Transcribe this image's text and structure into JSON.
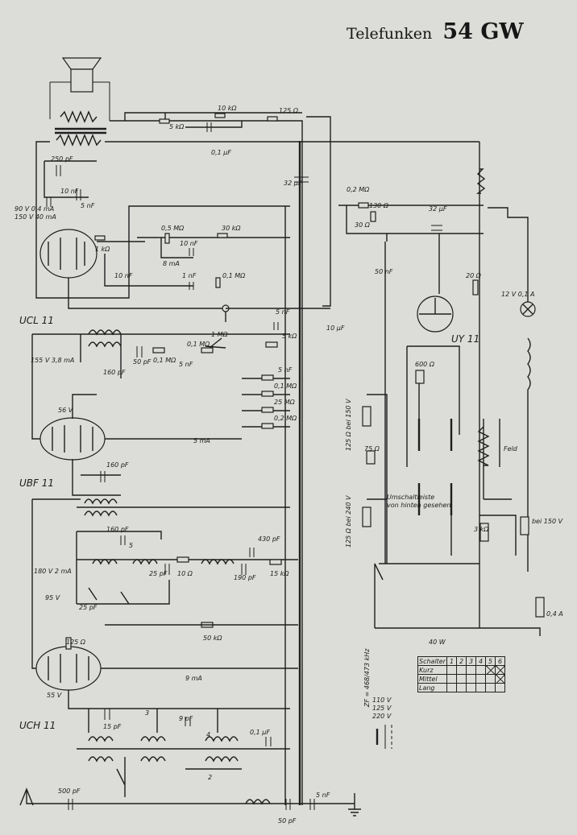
{
  "header": {
    "brand": "Telefunken",
    "model": "54 GW"
  },
  "tubes": [
    {
      "name": "UCL 11",
      "rating": "90 V 0,4 mA",
      "rating2": "150 V 40 mA"
    },
    {
      "name": "UBF 11",
      "rating": "155 V 3,8 mA",
      "rating2": "56 V"
    },
    {
      "name": "UCH 11",
      "rating": "180 V 2 mA",
      "rating2": "95 V"
    },
    {
      "name": "UY 11"
    }
  ],
  "labels": {
    "r5k": "5 kΩ",
    "r10k": "10 kΩ",
    "r125": "125 Ω",
    "c250p": "250 pF",
    "c10n_a": "10 nF",
    "c5n_a": "5 nF",
    "c01u": "0,1 µF",
    "c32u": "32 µF",
    "r05M": "0,5 MΩ",
    "r30k": "30 kΩ",
    "r1k": "1 kΩ",
    "c10n_b": "10 nF",
    "c10n_c": "10 nF",
    "m8": "8 mA",
    "c1n": "1 nF",
    "r01M_a": "0,1 MΩ",
    "r02M": "0,2 MΩ",
    "r130": "130 Ω",
    "r30": "30 Ω",
    "c32u_b": "32 µF",
    "c50n": "50 nF",
    "r20": "20 Ω",
    "lamp": "12 V 0,1 A",
    "c5n_b": "5 nF",
    "r5k_b": "5 kΩ",
    "c10u": "10 µF",
    "r1M": "1 MΩ",
    "c160p_a": "160 pF",
    "c50p": "50 pF",
    "r01M_b": "0,1 MΩ",
    "c5n_c": "5 nF",
    "r01M_c": "0,1 MΩ",
    "r5n": "5 nF",
    "r01_d": "0,1 MΩ",
    "r25": "25 MΩ",
    "r02_e": "0,2 MΩ",
    "m5": "5 mA",
    "c160p_b": "160 pF",
    "r600": "600 Ω",
    "r125_150": "125 Ω bei 150 V",
    "r75": "75 Ω",
    "r125_240": "125 Ω bei 240 V",
    "umsch": "Umschaltleiste",
    "umsch2": "von hinten gesehen",
    "feld": "Feld",
    "r3k": "3 kΩ",
    "bei150": "bei 150 V",
    "c160p_c": "160 pF",
    "s5": "5",
    "c25p": "25 pF",
    "r10": "10 Ω",
    "c190p": "190 pF",
    "c430p": "430 pF",
    "r15k": "15 kΩ",
    "c25pF": "25 pF",
    "r50k": "50 kΩ",
    "r125b": "125 Ω",
    "m9": "9 mA",
    "v55": "55 V",
    "zf": "ZF = 468/473 kHz",
    "c15p": "15 pF",
    "s3": "3",
    "c9p": "9 pF",
    "s4": "4",
    "c01u_b": "0,1 µF",
    "s2": "2",
    "c500p": "500 pF",
    "c50p_b": "50 pF",
    "c5n_d": "5 nF",
    "fuse": "0,4 A",
    "w40": "40 W",
    "v110": "110 V",
    "v125": "125 V",
    "v220": "220 V"
  },
  "switch_table": {
    "header": [
      "Schalter",
      "1",
      "2",
      "3",
      "4",
      "5",
      "6"
    ],
    "rows": [
      {
        "name": "Kurz",
        "cells": [
          false,
          false,
          false,
          false,
          true,
          true
        ]
      },
      {
        "name": "Mittel",
        "cells": [
          false,
          false,
          false,
          false,
          false,
          true
        ]
      },
      {
        "name": "Lang",
        "cells": [
          false,
          false,
          false,
          false,
          false,
          false
        ]
      }
    ]
  }
}
